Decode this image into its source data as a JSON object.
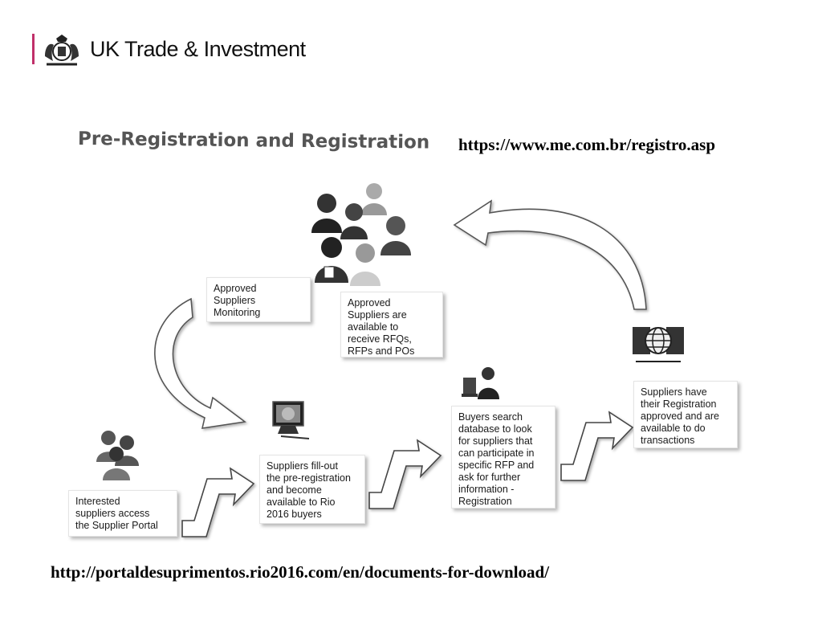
{
  "header": {
    "brand_name": "UK Trade & Investment",
    "accent_color": "#c0306a"
  },
  "diagram": {
    "title": "Pre-Registration and Registration",
    "url_top": "https://www.me.com.br/registro.asp",
    "url_bottom": "http://portaldesuprimentos.rio2016.com/en/documents-for-download/",
    "steps": {
      "interested": "Interested\nsuppliers access\nthe Supplier Portal",
      "fill_out": "Suppliers fill-out\nthe pre-registration\nand become\navailable to Rio\n2016 buyers",
      "buyers_search": "Buyers search\ndatabase to look\nfor suppliers that\ncan participate in\nspecific RFP and\nask for further\ninformation -\nRegistration",
      "registration_approved": "Suppliers have\ntheir Registration\napproved and are\navailable to do\ntransactions",
      "approved_available": "Approved\nSuppliers are\navailable to\nreceive RFQs,\nRFPs and POs",
      "monitoring": "Approved\nSuppliers\nMonitoring"
    },
    "icons": [
      "crest-icon",
      "people-group-icon",
      "monitor-icon",
      "buyer-computer-icon",
      "globe-network-icon",
      "crowd-icon"
    ]
  }
}
